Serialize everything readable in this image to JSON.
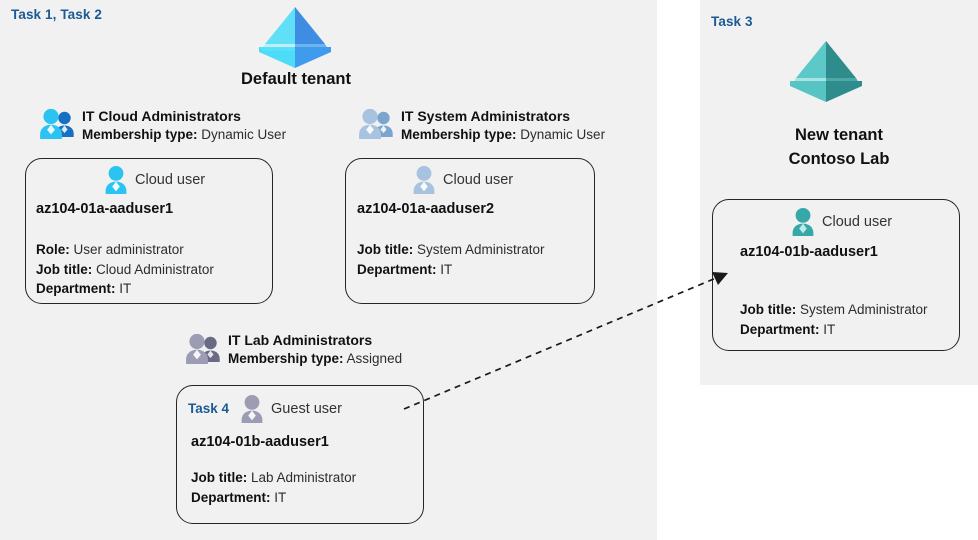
{
  "colors": {
    "panel_bg": "#f1f1f1",
    "page_bg": "#ffffff",
    "task_label": "#1c5a94",
    "card_border": "#262626",
    "tenant_blue_light": "#50D4F2",
    "tenant_blue_dark": "#3E8DE3",
    "tenant_teal_light": "#5CC8C8",
    "tenant_teal_dark": "#2E8C8C",
    "group_blue": "#16A8E8",
    "group_lightblue": "#9FBEDC",
    "group_gray": "#8E8EA8",
    "person_cyan": "#29C5F0",
    "person_lightblue": "#9FBEDC",
    "person_gray": "#8E8EA8",
    "person_teal": "#37A8A8",
    "connector": "#1a1a1a"
  },
  "left_panel": {
    "task_label": "Task 1, Task 2",
    "tenant": {
      "icon": "azure-tenant-pyramid-icon",
      "title": "Default tenant"
    },
    "groups": [
      {
        "icon": "group-people-icon",
        "name": "IT Cloud Administrators",
        "membership_label": "Membership type:",
        "membership_value": "Dynamic User",
        "card": {
          "user_type_icon": "cloud-user-icon",
          "user_type": "Cloud user",
          "username": "az104-01a-aaduser1",
          "props": [
            {
              "label": "Role:",
              "value": "User administrator"
            },
            {
              "label": "Job title:",
              "value": "Cloud Administrator"
            },
            {
              "label": "Department:",
              "value": "IT"
            }
          ]
        }
      },
      {
        "icon": "group-people-icon",
        "name": "IT System Administrators",
        "membership_label": "Membership type:",
        "membership_value": "Dynamic User",
        "card": {
          "user_type_icon": "cloud-user-icon",
          "user_type": "Cloud user",
          "username": "az104-01a-aaduser2",
          "props": [
            {
              "label": "Job title:",
              "value": "System Administrator"
            },
            {
              "label": "Department:",
              "value": "IT"
            }
          ]
        }
      },
      {
        "icon": "group-people-icon",
        "name": "IT Lab Administrators",
        "membership_label": "Membership type:",
        "membership_value": "Assigned",
        "card": {
          "task_label": "Task 4",
          "user_type_icon": "guest-user-icon",
          "user_type": "Guest user",
          "username": "az104-01b-aaduser1",
          "props": [
            {
              "label": "Job title:",
              "value": "Lab Administrator"
            },
            {
              "label": "Department:",
              "value": "IT"
            }
          ]
        }
      }
    ]
  },
  "right_panel": {
    "task_label": "Task 3",
    "tenant": {
      "icon": "azure-tenant-pyramid-icon",
      "title_line1": "New  tenant",
      "title_line2": "Contoso Lab"
    },
    "card": {
      "user_type_icon": "cloud-user-icon",
      "user_type": "Cloud user",
      "username": "az104-01b-aaduser1",
      "props": [
        {
          "label": "Job title:",
          "value": "System Administrator"
        },
        {
          "label": "Department:",
          "value": "IT"
        }
      ]
    }
  },
  "connector": {
    "name": "guest-invite-arrow",
    "style": "dashed-arrow"
  }
}
